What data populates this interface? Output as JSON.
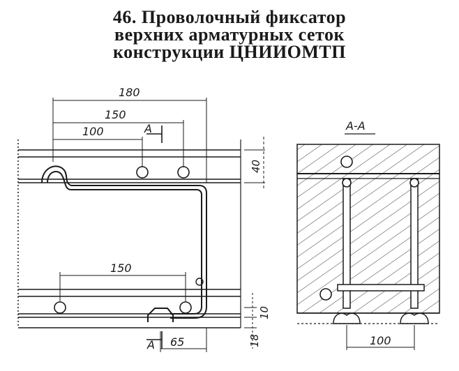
{
  "caption": {
    "line1": "46.  Проволочный   фиксатор",
    "line2": "верхних  арматурных   сеток",
    "line3": "конструкции  ЦНИИОМТП"
  },
  "dimensions": {
    "d180": "180",
    "d150_top": "150",
    "d100_top": "100",
    "d40": "40",
    "d150_bottom": "150",
    "d10": "10",
    "d18": "18",
    "d65": "65",
    "d100_section": "100"
  },
  "section_marks": {
    "top": "А",
    "bottom": "А",
    "section_title": "А-А"
  }
}
